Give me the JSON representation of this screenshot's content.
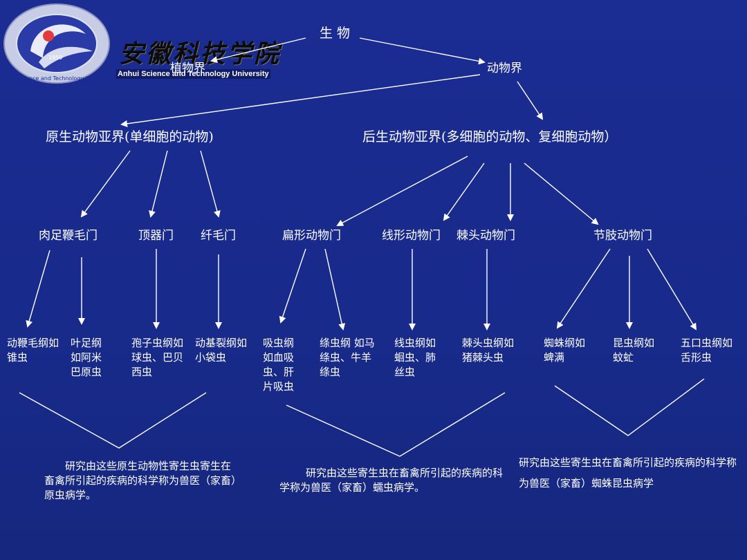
{
  "logo": {
    "name_cn": "安徽科技学院",
    "name_en": "Anhui Science and Technology University",
    "ring_text": "Anhui Science and Technology University",
    "emblem_year": "1950"
  },
  "root": "生 物",
  "kingdoms": {
    "plant": "植物界",
    "animal": "动物界"
  },
  "subkingdoms": {
    "protozoa": "原生动物亚界(单细胞的动物)",
    "metazoa": "后生动物亚界(多细胞的动物、复细胞动物）"
  },
  "phyla": {
    "sarcomastigophora": "肉足鞭毛门",
    "apicomplexa": "顶器门",
    "ciliophora": "纤毛门",
    "platyhelminthes": "扁形动物门",
    "nematoda": "线形动物门",
    "acanthocephala": "棘头动物门",
    "arthropoda": "节肢动物门"
  },
  "classes": [
    {
      "key": "zoomastigophorea",
      "text": "动鞭毛纲如锥虫"
    },
    {
      "key": "lobosea",
      "text": "叶足纲如阿米巴原虫"
    },
    {
      "key": "sporozoea",
      "text": "孢子虫纲如球虫、巴贝西虫"
    },
    {
      "key": "kinetofragminophorea",
      "text": "动基裂纲如小袋虫"
    },
    {
      "key": "trematoda",
      "text": "吸虫纲如血吸虫、肝片吸虫"
    },
    {
      "key": "cestoda",
      "text": "绦虫纲 如马绦虫、牛羊绦虫"
    },
    {
      "key": "nematoda",
      "text": "线虫纲如蛔虫、肺丝虫"
    },
    {
      "key": "acanthocephala",
      "text": "棘头虫纲如猪棘头虫"
    },
    {
      "key": "arachnida",
      "text": "蜘蛛纲如蜱满"
    },
    {
      "key": "insecta",
      "text": "昆虫纲如蚊虻"
    },
    {
      "key": "pentastomida",
      "text": "五口虫纲如舌形虫"
    }
  ],
  "summaries": {
    "protozoology": "研究由这些原生动物性寄生虫寄生在畜禽所引起的疾病的科学称为兽医（家畜）原虫病学。",
    "helminthology": "研究由这些寄生虫在畜禽所引起的疾病的科学称为兽医（家畜）蠕虫病学。",
    "entomology": "研究由这些寄生虫在畜禽所引起的疾病的科学称为兽医（家畜）蜘蛛昆虫病学"
  },
  "colors": {
    "background": "#1a2a8c",
    "text": "#ffffff",
    "lines": "#ffffff"
  }
}
